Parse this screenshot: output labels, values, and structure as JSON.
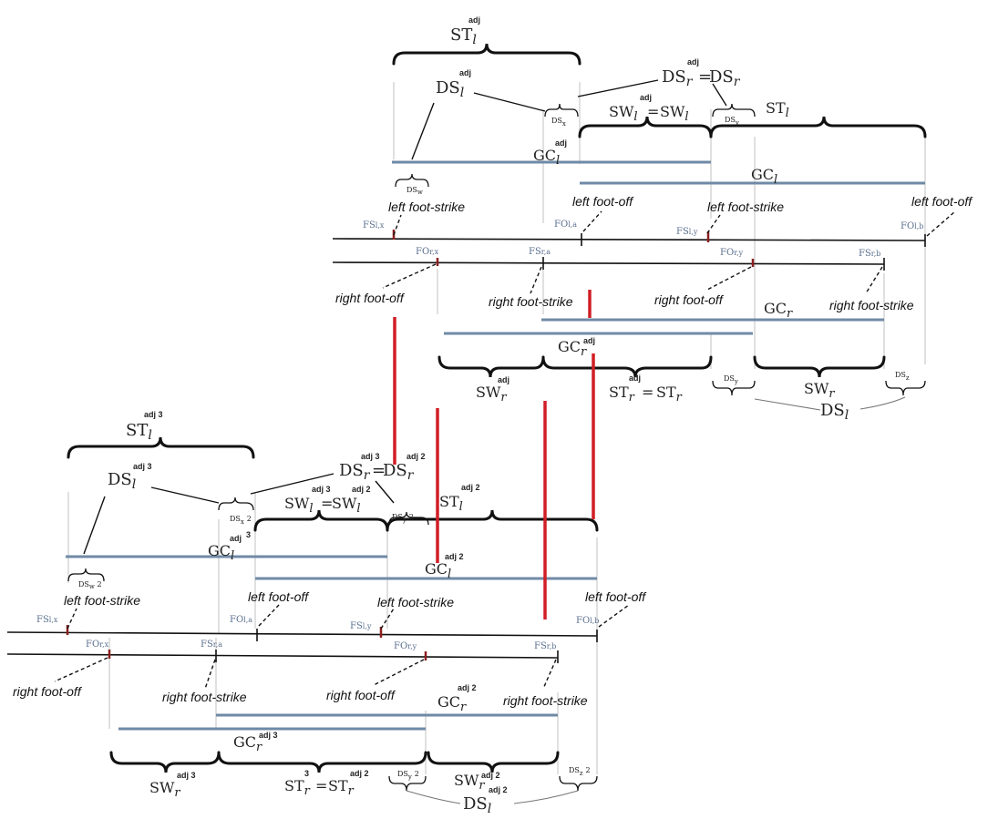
{
  "events": {
    "left_foot_strike": "left foot-strike",
    "left_foot_off": "left foot-off",
    "right_foot_off": "right foot-off",
    "right_foot_strike": "right foot-strike"
  },
  "codes": {
    "FS": "FS",
    "FO": "FO",
    "lx": "l,x",
    "la": "l,a",
    "ly": "l,y",
    "lb": "l,b",
    "rx": "r,x",
    "ra": "r,a",
    "ry": "r,y",
    "rb": "r,b"
  },
  "terms": {
    "ST": "ST",
    "SW": "SW",
    "DS": "DS",
    "GC": "GC",
    "l": "l",
    "r": "r",
    "eq": "=",
    "adj": "adj",
    "adj2": "adj 2",
    "adj3": "adj 3",
    "three": "3",
    "two": "2",
    "x": "x",
    "y": "y",
    "z": "z",
    "w": "w"
  }
}
